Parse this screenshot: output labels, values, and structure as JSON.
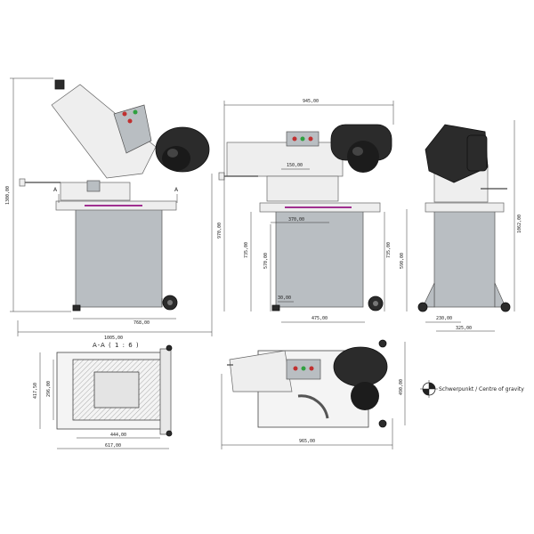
{
  "section_label": "A-A ( 1 : 6 )",
  "section_mark_left": "A",
  "section_mark_right": "A",
  "legend_text": "Schwerpunkt / Centre of gravity",
  "dims": {
    "left_height": "1300,00",
    "left_width_bottom": "1005,00",
    "left_width_base": "768,00",
    "front_width_top": "945,00",
    "front_height_outer": "970,00",
    "front_h_735_left": "735,00",
    "front_h_570": "570,00",
    "front_h_735_right": "735,00",
    "front_150": "150,00",
    "front_370": "370,00",
    "front_30": "30,00",
    "front_475": "475,00",
    "side_height": "1062,00",
    "side_590": "590,00",
    "side_230": "230,00",
    "side_325": "325,00",
    "section_h_417": "417,50",
    "section_h_296": "296,00",
    "section_444": "444,00",
    "section_617": "617,00",
    "top_width": "965,00",
    "top_height": "490,00"
  }
}
